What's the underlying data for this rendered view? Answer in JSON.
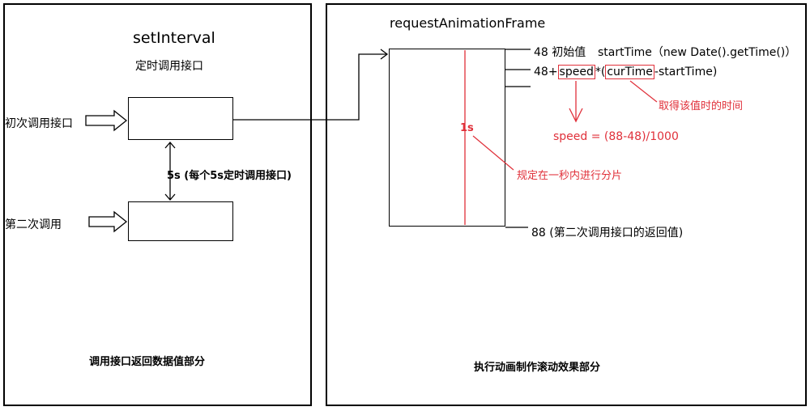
{
  "left_panel": {
    "title": "setInterval",
    "subtitle": "定时调用接口",
    "first_call": "初次调用接口",
    "interval_label": "5s (每个5s定时调用接口)",
    "second_call": "第二次调用",
    "footer": "调用接口返回数据值部分"
  },
  "right_panel": {
    "title": "requestAnimationFrame",
    "start_value": "48 初始值",
    "start_time_expr": "startTime（new Date().getTime()）",
    "formula": {
      "base": "48+",
      "speed": "speed",
      "times": "*(",
      "cur_time": "curTime",
      "rest": "-startTime)"
    },
    "cur_time_note": "取得该值时的时间",
    "speed_eq": "speed = (88-48)/1000",
    "one_second": "1s",
    "slice_note": "规定在一秒内进行分片",
    "end_value": "88 (第二次调用接口的返回值)",
    "footer": "执行动画制作滚动效果部分"
  },
  "colors": {
    "annotation": "#e0303a",
    "stroke": "#000000"
  }
}
